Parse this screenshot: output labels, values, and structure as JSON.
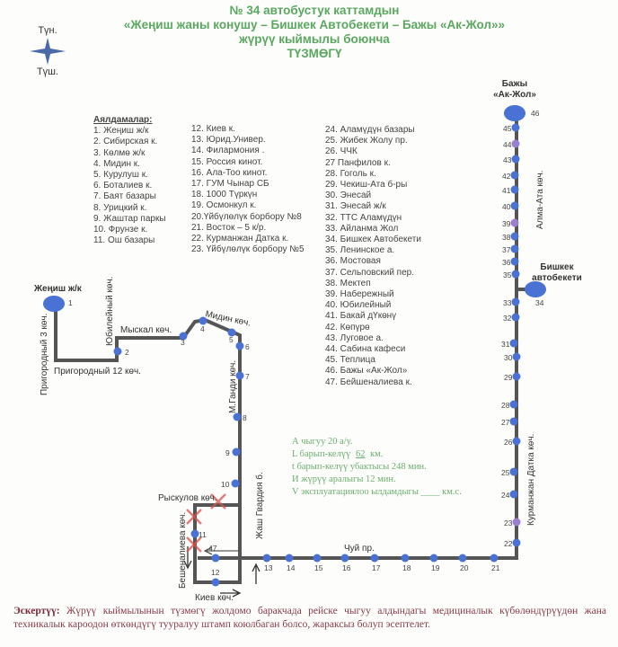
{
  "title": {
    "line1": "№ 34  автобустук каттамдын",
    "line2": "«Жеңиш жаны конушу – Бишкек Автобекети – Бажы «Ак-Жол»»",
    "line3": "жүрүү кыймылы боюнча",
    "line4": "ТҮЗМӨГҮ"
  },
  "compass": {
    "north": "Түн.",
    "south": "Түш.",
    "icon": "compass-star-icon"
  },
  "stops_heading": "Аялдамалар:",
  "stops_col1": [
    "1. Жеңиш ж/к",
    "2. Сибирская к.",
    "3. Көлмө ж/к",
    "4. Мидин к.",
    "5. Курулуш к.",
    "6. Боталиев к.",
    "7. Баят базары",
    "8. Урицкий к.",
    "9. Жаштар паркы",
    "10. Фрунзе к.",
    "11. Ош базары"
  ],
  "stops_col2": [
    "12. Киев к.",
    "13. Юрид.Универ.",
    "14. Филармония .",
    "15. Россия кинот.",
    "16. Ала-Тоо кинот.",
    "17. ГУМ Чынар СБ",
    "18. 1000 Түркүн",
    "19. Осмонкул к.",
    "20.Үйбүлөлүк борбору №8",
    "21. Восток – 5 к/р.",
    "22. Курманжан Датка к.",
    "23. Үйбүлөлүк борбору №5"
  ],
  "stops_col3": [
    "24. Аламүдүн базары",
    "25. Жибек Жолу пр.",
    "26. ЧЧК",
    "27 Панфилов к.",
    "28. Гоголь к.",
    "29. Чекиш-Ата б-ры",
    "30. Энесай",
    "31. Энесай ж/к",
    "32. ТТС Аламүдүн",
    "33. Айланма Жол",
    "34. Бишкек Автобекети",
    "35. Ленинское а.",
    "36. Мостовая",
    "37. Сельповский пер.",
    "38. Мектеп",
    "39. Набережный",
    "40. Юбилейный",
    "41. Бакай дҮкөнү",
    "42. Көпүрө",
    "43. Луговое а.",
    "44. Сабина кафеси",
    "45. Теплица",
    "46. Бажы «Ак-Жол»",
    "47. Бейшеналиева к."
  ],
  "params": {
    "a": "А чыгуу 20 а/у.",
    "l_prefix": "L барып-келүү ",
    "l_value": "62",
    "l_suffix": " км.",
    "t": "t барып-келүү убактысы 248 мин.",
    "i": "И жүрүү аралыгы  12  мин.",
    "v_prefix": "V эксплуатациялоо ылдамдыгы ",
    "v_blank": "____",
    "v_suffix": " км.с."
  },
  "map": {
    "terminal_start": "Жеңиш ж/к",
    "terminal_end_1": "Бажы",
    "terminal_end_2": "«Ак-Жол»",
    "station_1": "Бишкек",
    "station_2": "автобекети",
    "streets": {
      "prigorodny3": "Пригородный 3 көч.",
      "prigorodny12": "Пригородный 12 көч.",
      "yubileyny": "Юбилейный көч.",
      "myskal": "Мыскал көч.",
      "midin": "Мидин көч.",
      "gandi": "М.Ганди көч.",
      "zhash_gvardia": "Жаш Гвардия б.",
      "ryskulov": "Рыскулов көч.",
      "beshenalieva": "Бешеналиева көч.",
      "kiev": "Киев көч.",
      "chuy": "Чуй пр.",
      "alma_ata": "Алма-Ата көч.",
      "kurmanzhan": "Курманжан Датка көч."
    },
    "stop_numbers": [
      "1",
      "2",
      "3",
      "4",
      "5",
      "6",
      "7",
      "8",
      "9",
      "10",
      "11",
      "12",
      "13",
      "14",
      "15",
      "16",
      "17",
      "18",
      "19",
      "20",
      "21",
      "22",
      "23",
      "24",
      "25",
      "26",
      "27",
      "28",
      "29",
      "30",
      "31",
      "32",
      "33",
      "34",
      "35",
      "36",
      "37",
      "38",
      "39",
      "40",
      "41",
      "42",
      "43",
      "44",
      "45",
      "46",
      "47"
    ],
    "colors": {
      "route": "#555555",
      "stop": "#4a72d4",
      "special_stop": "#9b7fd0",
      "closed": "#d9534f"
    }
  },
  "note": {
    "label": "Эскертүү:",
    "text": " Жүрүү кыймылынын түзмөгү жолдомо баракчада рейске чыгуу алдындагы медициналык күбөлөндүрүүдөн жана техникалык кароодон өткөндүгү тууралуу штамп коюлбаган болсо, жараксыз болуп эсептелет."
  }
}
